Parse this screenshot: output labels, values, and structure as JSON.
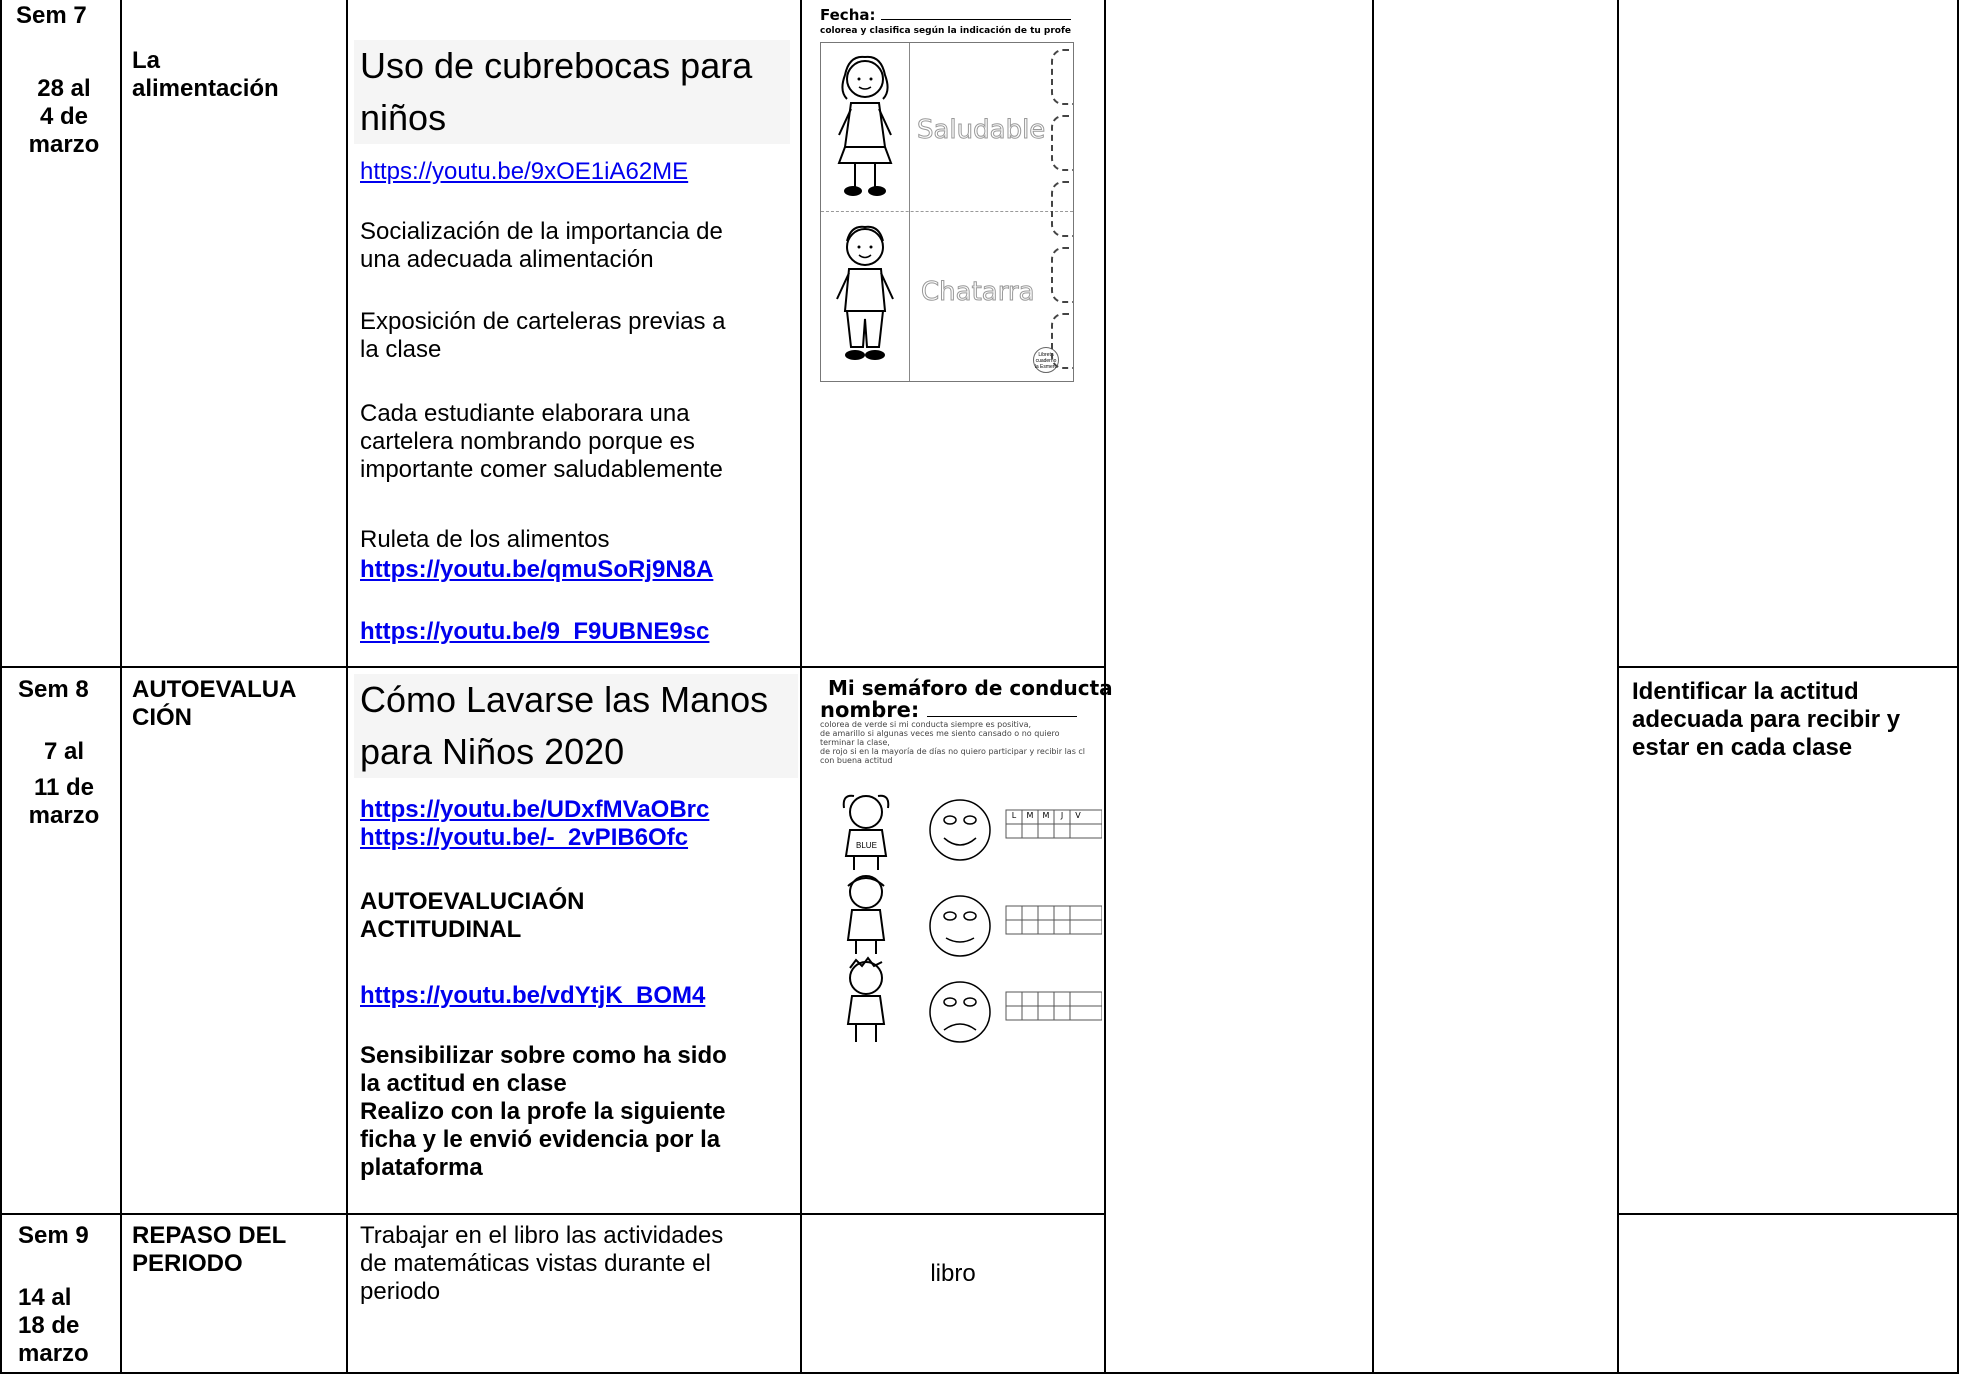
{
  "rows": [
    {
      "week": "Sem 7",
      "dates": [
        "28 al",
        "4 de",
        "marzo"
      ],
      "topic": [
        "La",
        "alimentación"
      ],
      "video_title": [
        "Uso de cubrebocas para",
        "niños"
      ],
      "link1": "https://youtu.be/9xOE1iA62ME",
      "activity1": [
        "Socialización de la importancia de",
        "una adecuada alimentación"
      ],
      "activity2": [
        "Exposición de carteleras previas a",
        "la clase"
      ],
      "activity3": [
        "Cada estudiante elaborara una",
        "cartelera nombrando porque es",
        "importante comer saludablemente"
      ],
      "activity4": "Ruleta de los alimentos",
      "link2": "https://youtu.be/qmuSoRj9N8A",
      "link3": "https://youtu.be/9_F9UBNE9sc",
      "worksheet": {
        "fecha": "Fecha:",
        "instruction": "colorea y clasifica según la indicación de tu profe",
        "label_healthy": "Saludable",
        "label_junk": "Chatarra",
        "stamp": [
          "Libreta",
          "cuaderno",
          "la Esmero"
        ]
      }
    },
    {
      "week": "Sem 8",
      "dates": [
        "7 al",
        "11 de",
        "marzo"
      ],
      "topic": [
        "AUTOEVALUA",
        "CIÓN"
      ],
      "video_title": [
        "Cómo Lavarse las Manos",
        "para Niños 2020"
      ],
      "link1": "https://youtu.be/UDxfMVaOBrc",
      "link2": "https://youtu.be/-_2vPIB6Ofc",
      "heading": [
        "AUTOEVALUCIAÓN",
        "ACTITUDINAL"
      ],
      "link3": "https://youtu.be/vdYtjK_BOM4",
      "bold_activity": [
        "Sensibilizar sobre como ha sido",
        "la actitud en clase",
        "Realizo con la profe la siguiente",
        "ficha y le envió evidencia por la",
        "plataforma"
      ],
      "worksheet": {
        "title": "Mi semáforo de conducta",
        "name_label": "nombre:",
        "instructions": [
          "colorea de verde si mi conducta siempre es positiva,",
          "de amarillo si algunas veces me siento cansado o no quiero",
          "terminar la clase,",
          "de rojo si en la mayoría de días no quiero participar y recibir las cl",
          "con buena actitud"
        ],
        "days": [
          "L",
          "M",
          "M",
          "J",
          "V"
        ]
      },
      "objective": [
        "Identificar la actitud",
        "adecuada para recibir y",
        "estar en cada clase"
      ]
    },
    {
      "week": "Sem 9",
      "dates": [
        "14 al",
        "18 de",
        "marzo"
      ],
      "topic": [
        "REPASO DEL",
        "PERIODO"
      ],
      "activity": [
        "Trabajar en el libro las actividades",
        "de matemáticas vistas durante el",
        "periodo"
      ],
      "resource": "libro"
    }
  ]
}
